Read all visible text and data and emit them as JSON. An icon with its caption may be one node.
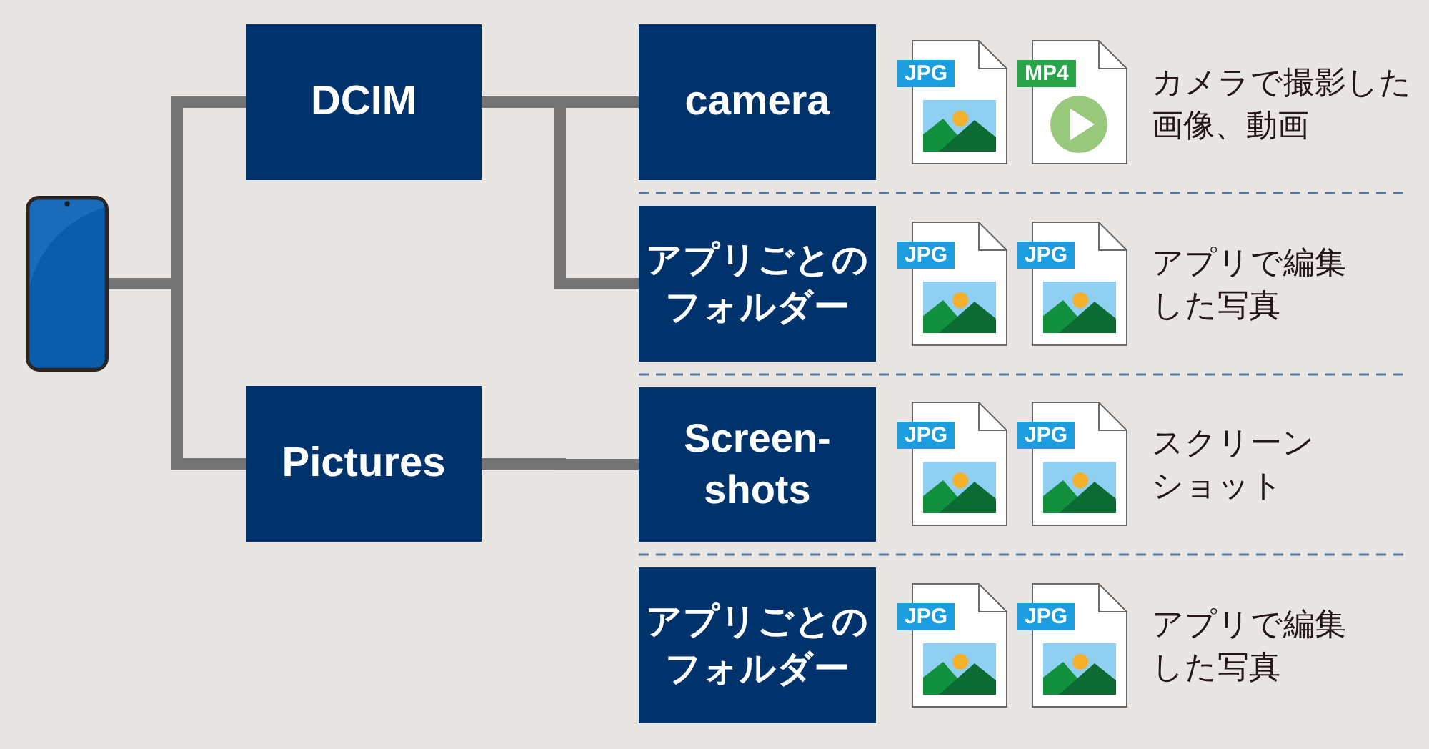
{
  "diagram": {
    "nodes": [
      {
        "text": [],
        "shape": "phone"
      },
      {
        "text": [
          "DCIM"
        ]
      },
      {
        "text": [
          "Pictures"
        ]
      },
      {
        "text": [
          "camera"
        ]
      },
      {
        "text": [
          "JPG"
        ]
      },
      {
        "text": [
          "MP4"
        ],
        "beside": [
          "カメラで撮影した画像、動画"
        ]
      },
      {
        "text": [
          "アプリごとのフォルダー"
        ]
      },
      {
        "text": [
          "JPG"
        ]
      },
      {
        "text": [
          "JPG"
        ],
        "beside": [
          "アプリで編集した写真"
        ]
      },
      {
        "text": [
          "Screen-shots"
        ]
      },
      {
        "text": [
          "JPG"
        ]
      },
      {
        "text": [
          "JPG"
        ],
        "beside": [
          "スクリーンショット"
        ]
      },
      {
        "text": [
          "アプリごとのフォルダー"
        ]
      },
      {
        "text": [
          "JPG"
        ]
      },
      {
        "text": [
          "JPG"
        ],
        "beside": [
          "アプリで編集した写真"
        ]
      }
    ],
    "edges": [
      {
        "from": 0,
        "to": 1,
        "arrow": "none"
      },
      {
        "from": 0,
        "to": 2,
        "arrow": "none"
      },
      {
        "from": 1,
        "to": 3,
        "arrow": "none"
      },
      {
        "from": 1,
        "to": 6,
        "arrow": "none"
      },
      {
        "from": 2,
        "to": 9,
        "arrow": "none"
      }
    ]
  }
}
